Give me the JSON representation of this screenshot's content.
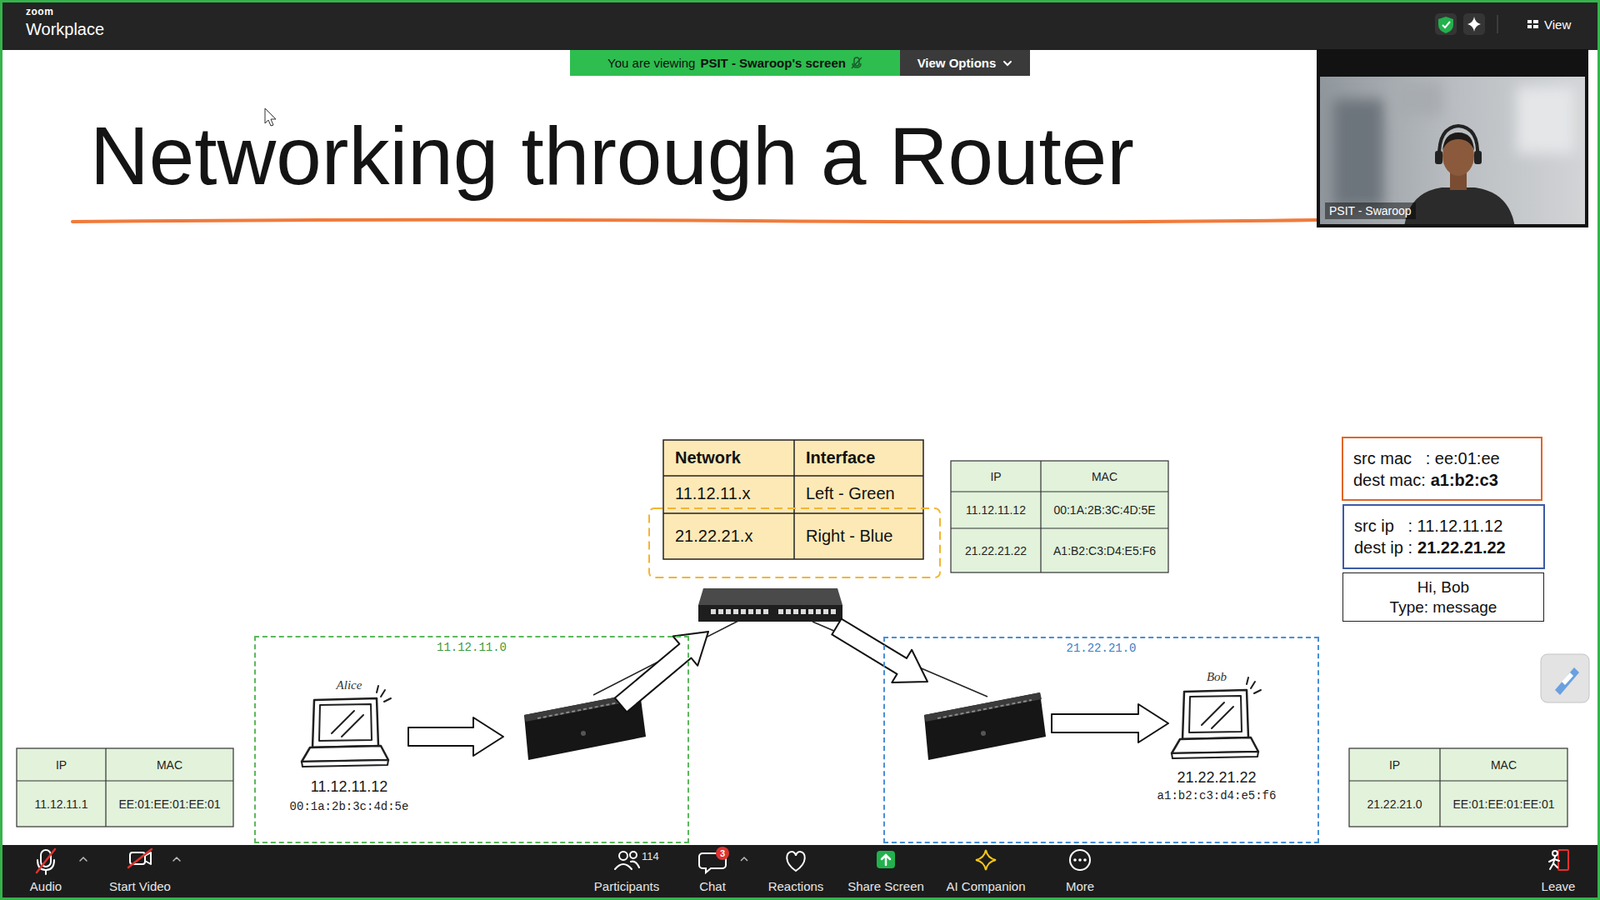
{
  "diagram": {
    "title": "Networking through a Router",
    "nodes": [
      {
        "text": [
          "You are viewing",
          "PSIT - Swaroop's screen"
        ]
      },
      {
        "text": [
          "View Options"
        ]
      },
      {
        "text": [
          "PSIT - Swaroop"
        ]
      },
      {
        "text": [
          "src mac   : ee:01:ee",
          "dest mac:",
          "a1:b2:c3"
        ]
      },
      {
        "text": [
          "src ip   : 11.12.11.12",
          "dest ip :",
          "21.22.21.22"
        ]
      },
      {
        "text": [
          "Hi, Bob",
          "Type: message"
        ]
      },
      {
        "text": [
          "11.12.11.0"
        ]
      },
      {
        "text": [
          "Alice",
          "11.12.11.12",
          "00:1a:2b:3c:4d:5e"
        ],
        "in": 6
      },
      {
        "text": [
          "21.22.21.0"
        ]
      },
      {
        "text": [
          "Bob",
          "21.22.21.22",
          "a1:b2:c3:d4:e5:f6"
        ],
        "in": 8
      }
    ],
    "labels": [
      "zoom",
      "Workplace",
      "View",
      "Network",
      "Interface",
      "11.12.11.x",
      "Left - Green",
      "21.22.21.x",
      "Right - Blue",
      "IP",
      "MAC",
      "11.12.11.12",
      "00:1A:2B:3C:4D:5E",
      "21.22.21.22",
      "A1:B2:C3:D4:E5:F6",
      "IP",
      "MAC",
      "11.12.11.1",
      "EE:01:EE:01:EE:01",
      "IP",
      "MAC",
      "21.22.21.0",
      "EE:01:EE:01:EE:01",
      "Audio",
      "Start Video",
      "114",
      "Participants",
      "3",
      "Chat",
      "Reactions",
      "Share Screen",
      "AI Companion",
      "More",
      "Leave"
    ]
  }
}
